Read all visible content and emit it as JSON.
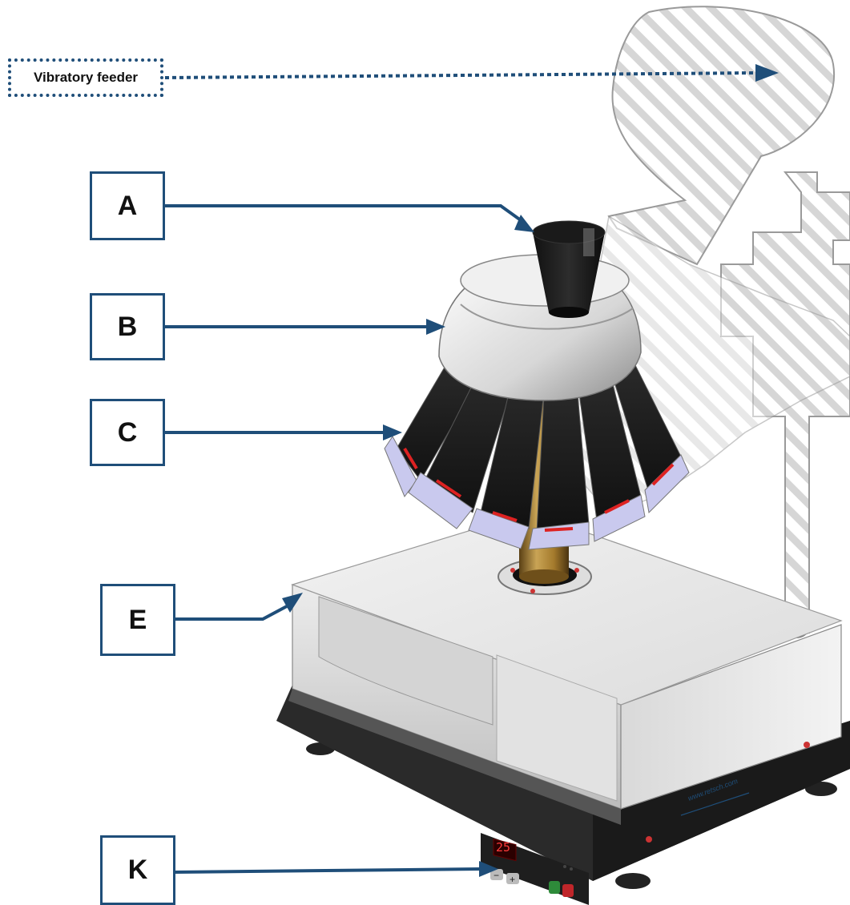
{
  "colors": {
    "callout": "#1f4e79",
    "hatch": "#d4d4d4",
    "device_body": "#e6e6e6",
    "device_dark": "#2a2a2a",
    "tube": "#a9833a",
    "display": "#ff3b3b"
  },
  "labels": {
    "feeder": "Vibratory feeder",
    "A": "A",
    "B": "B",
    "C": "C",
    "E": "E",
    "K": "K"
  },
  "device": {
    "display_value": "25",
    "brand_url": "www.retsch.com",
    "minus_symbol": "−",
    "plus_symbol": "+"
  }
}
